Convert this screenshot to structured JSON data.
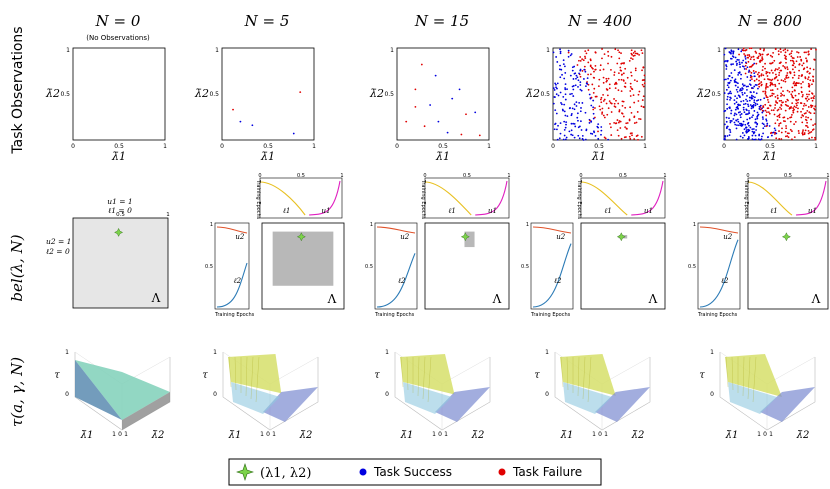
{
  "row_labels": {
    "observations": "Task Observations",
    "belief": "bel(λ, N)",
    "tau": "τ(a, γ, N)"
  },
  "columns": [
    {
      "n_label": "N = 0",
      "sub_label": "(No Observations)"
    },
    {
      "n_label": "N = 5"
    },
    {
      "n_label": "N = 15"
    },
    {
      "n_label": "N = 400"
    },
    {
      "n_label": "N = 800"
    }
  ],
  "scatter": {
    "x_axis_label": "λ̄1",
    "y_axis_label": "λ̄2",
    "ticks": [
      "0",
      "0.5",
      "1"
    ],
    "success_color": "#0000e0",
    "failure_color": "#e00000"
  },
  "belief": {
    "first_column": {
      "u1_label": "u1 = 1",
      "l1_label": "ℓ1 = 0",
      "u2_label": "u2 = 1",
      "l2_label": "ℓ2 = 0",
      "tick_mid": "0.5",
      "tick_end": "1"
    },
    "lambda_label": "Λ",
    "training_epochs_label": "Training Epochs",
    "u1": "u1",
    "l1": "ℓ1",
    "u2": "u2",
    "l2": "ℓ2",
    "ticks": [
      "0",
      "0.5",
      "1"
    ],
    "star_color": "#7cd34a",
    "box_color": "#b8b8b8"
  },
  "tau": {
    "z_label": "τ",
    "x_label": "λ̄1",
    "y_label": "λ̄2",
    "tick_one": "1",
    "tick_zero": "0"
  },
  "legend": {
    "items": [
      {
        "label": "(λ1, λ2)",
        "marker": "star",
        "color": "#7cd34a"
      },
      {
        "label": "Task Success",
        "marker": "dot",
        "color": "#0000e0"
      },
      {
        "label": "Task Failure",
        "marker": "dot",
        "color": "#e00000"
      }
    ]
  }
}
